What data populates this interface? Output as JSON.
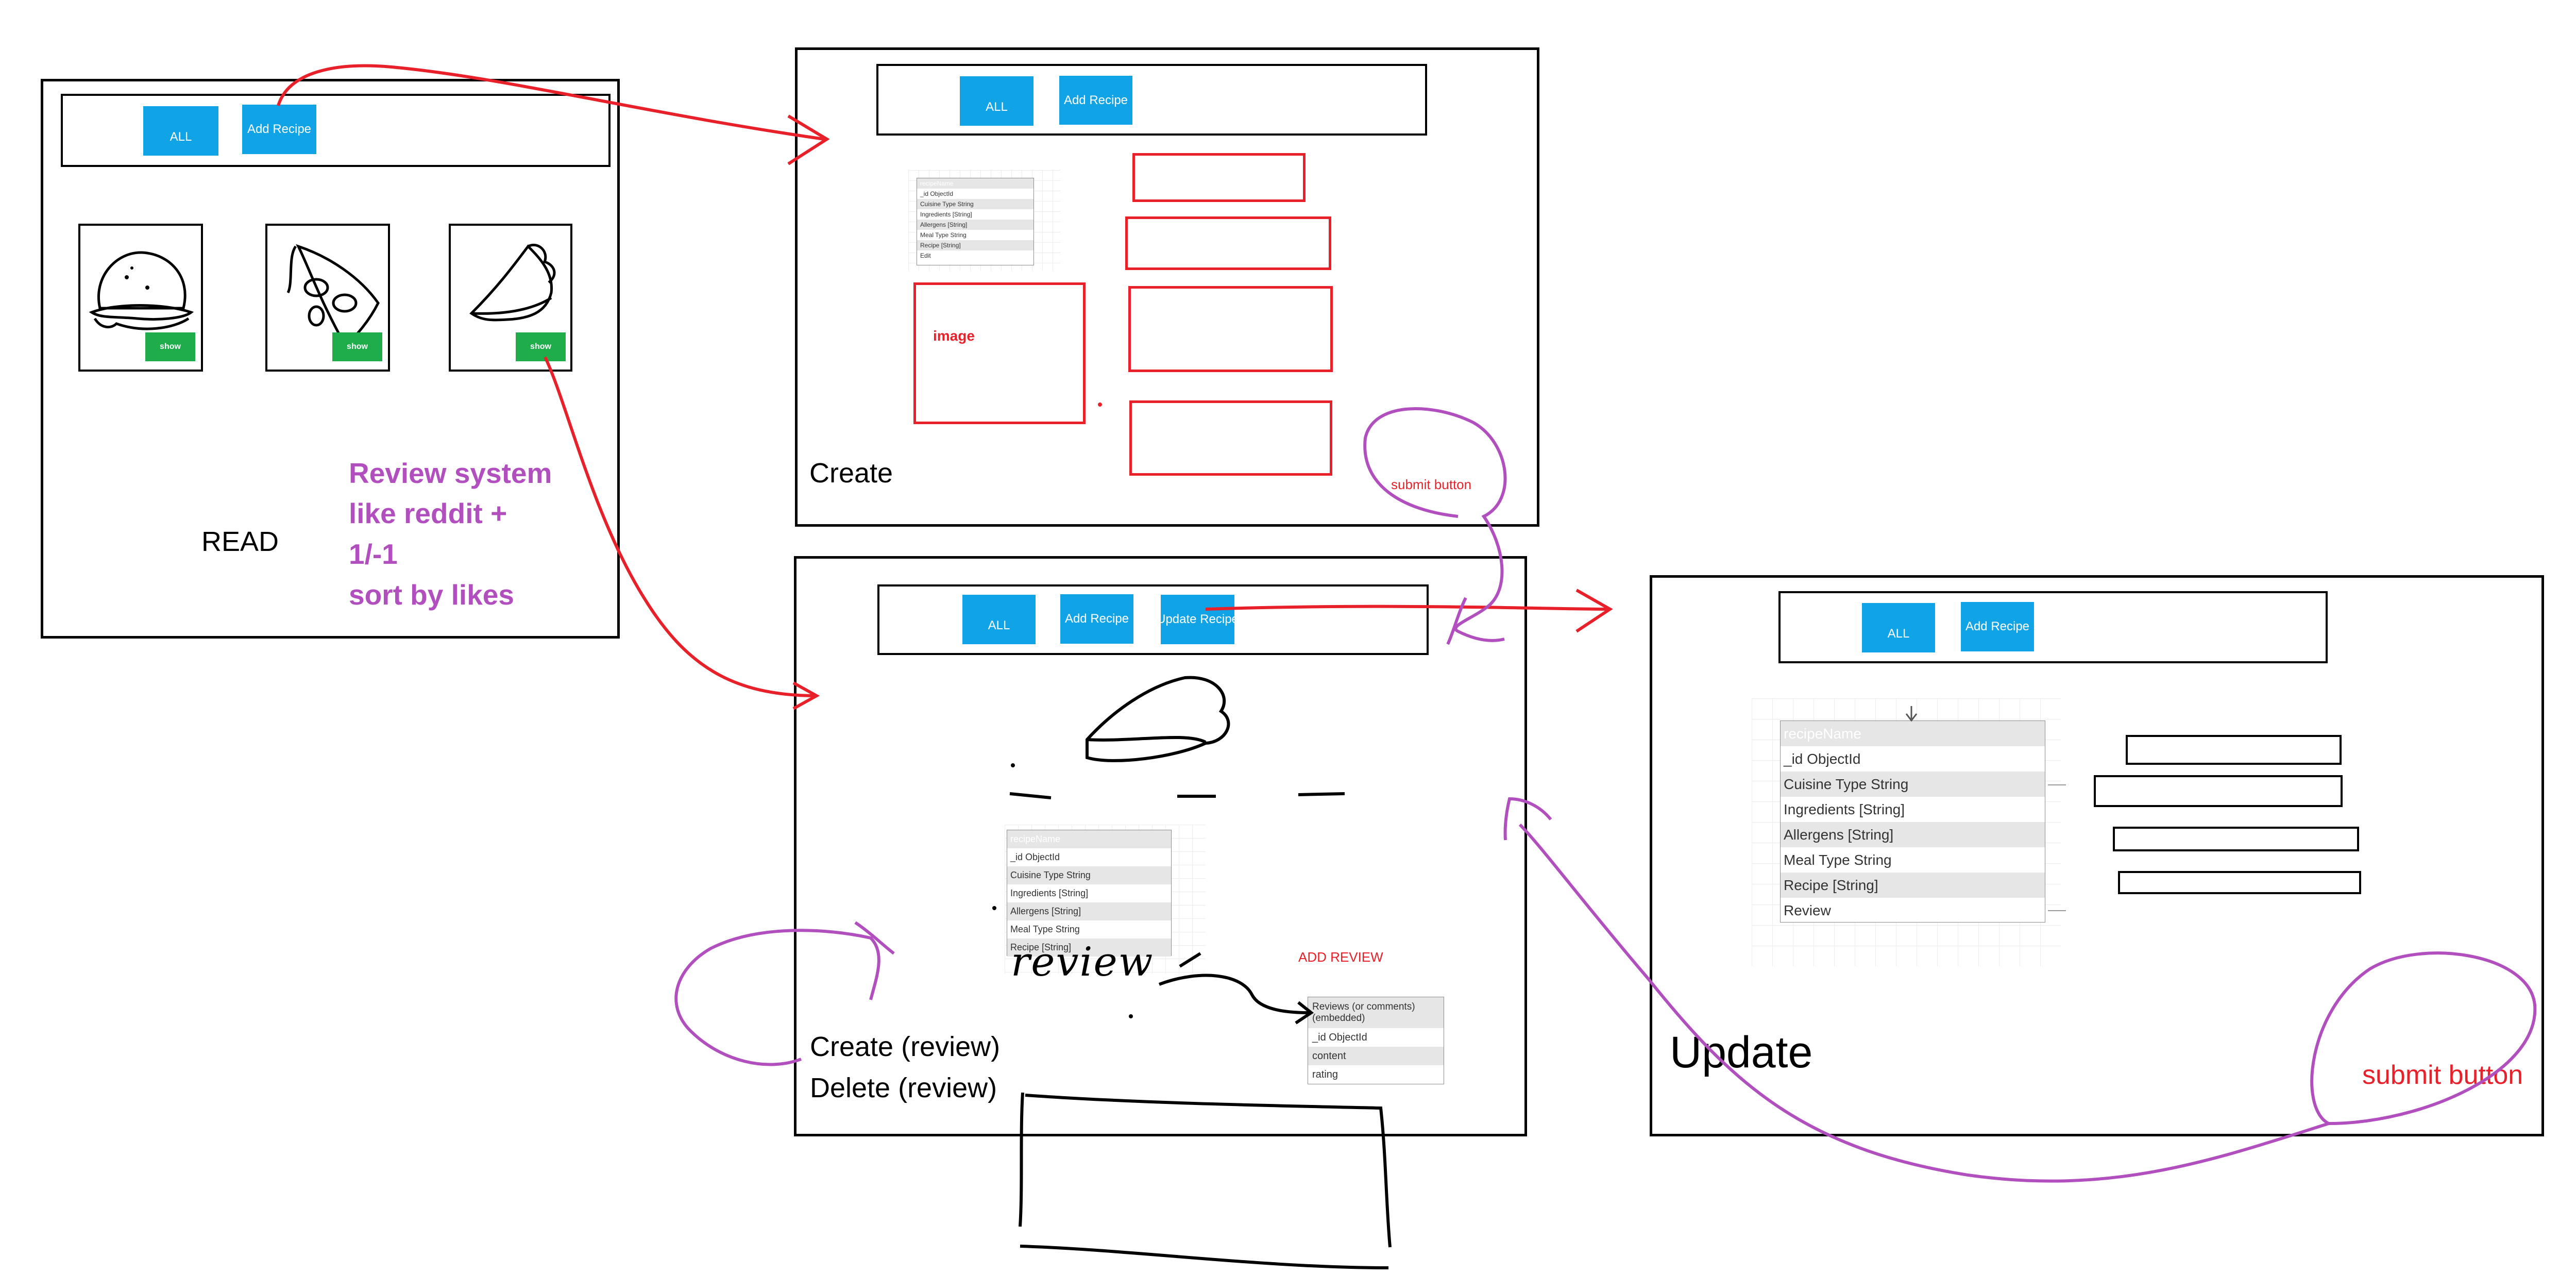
{
  "nav": {
    "all_label": "ALL",
    "add_label": "Add Recipe",
    "update_label": "Update Recipe"
  },
  "read": {
    "title": "READ",
    "show_label": "show"
  },
  "note": {
    "lines": [
      "Review system",
      "like reddit +",
      "1/-1",
      "sort by likes"
    ]
  },
  "create": {
    "title": "Create",
    "image_label": "image",
    "submit_label": "submit button"
  },
  "recipe_model": {
    "header": "recipeName",
    "fields": [
      "_id ObjectId",
      "Cuisine Type String",
      "Ingredients [String]",
      "Allergens [String]",
      "Meal Type String",
      "Recipe [String]",
      "Review"
    ],
    "fields_short": [
      "_id ObjectId",
      "Cuisine Type String",
      "Ingredients [String]",
      "Allergens [String]",
      "Meal Type String",
      "Recipe [String]",
      "Edit"
    ]
  },
  "show_view": {
    "add_review_label": "ADD REVIEW",
    "review_handwritten": "review",
    "create_review": "Create (review)",
    "delete_review": "Delete (review)",
    "review_model": {
      "header": "Reviews (or comments) (embedded)",
      "fields": [
        "_id ObjectId",
        "content",
        "rating"
      ]
    }
  },
  "update": {
    "title": "Update",
    "submit_label": "submit button"
  },
  "colors": {
    "accent_blue": "#10a4e6",
    "show_green": "#1fad4c",
    "annotation_red": "#e8202a",
    "annotation_purple": "#b24fbf",
    "er_header_blue": "#1e75d9",
    "review_header_magenta": "#e01fa6"
  }
}
